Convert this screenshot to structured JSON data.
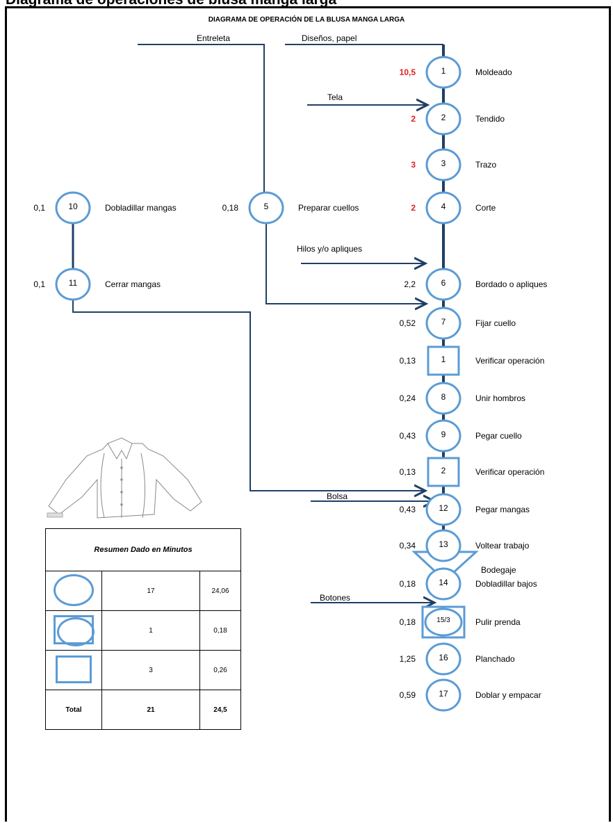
{
  "page_heading": "Diagrama de operaciones de blusa manga larga",
  "title": "DIAGRAMA DE OPERACIÓN DE LA BLUSA MANGA LARGA",
  "inputs": {
    "entreleta": "Entreleta",
    "disenos": "Diseños, papel",
    "tela": "Tela",
    "hilos": "Hilos y/o apliques",
    "botones": "Botones",
    "bolsa": "Bolsa"
  },
  "main_nodes": [
    {
      "id": "1",
      "label": "Moldeado",
      "time": "10,5"
    },
    {
      "id": "2",
      "label": "Tendido",
      "time": "2"
    },
    {
      "id": "3",
      "label": "Trazo",
      "time": "3"
    },
    {
      "id": "4",
      "label": "Corte",
      "time": "2"
    },
    {
      "id": "6",
      "label": "Bordado o apliques",
      "time": "2,2"
    },
    {
      "id": "7",
      "label": "Fijar cuello",
      "time": "0,52"
    },
    {
      "id": "1",
      "label": "Verificar operación",
      "time": "0,13"
    },
    {
      "id": "8",
      "label": "Unir hombros",
      "time": "0,24"
    },
    {
      "id": "9",
      "label": "Pegar cuello",
      "time": "0,43"
    },
    {
      "id": "2",
      "label": "Verificar operación",
      "time": "0,13"
    },
    {
      "id": "12",
      "label": "Pegar mangas",
      "time": "0,43"
    },
    {
      "id": "13",
      "label": "Voltear trabajo",
      "time": "0,34"
    },
    {
      "id": "14",
      "label": "Dobladillar bajos",
      "time": "0,18"
    },
    {
      "id": "15/3",
      "label": "Pulir prenda",
      "time": "0,18"
    },
    {
      "id": "16",
      "label": "Planchado",
      "time": "1,25"
    },
    {
      "id": "17",
      "label": "Doblar y empacar",
      "time": "0,59"
    }
  ],
  "side_nodes": [
    {
      "id": "5",
      "label": "Preparar cuellos",
      "time": "0,18"
    },
    {
      "id": "10",
      "label": "Dobladillar mangas",
      "time": "0,1"
    },
    {
      "id": "11",
      "label": "Cerrar mangas",
      "time": "0,1"
    }
  ],
  "storage": {
    "label": "Bodegaje"
  },
  "summary": {
    "header": "Resumen Dado en Minutos",
    "rows": [
      {
        "symbol": "operation",
        "count": "17",
        "minutes": "24,06"
      },
      {
        "symbol": "combined",
        "count": "1",
        "minutes": "0,18"
      },
      {
        "symbol": "inspection",
        "count": "3",
        "minutes": "0,26"
      }
    ],
    "total": {
      "label": "Total",
      "count": "21",
      "minutes": "24,5"
    }
  },
  "colors": {
    "node_stroke": "#5b9bd5",
    "line": "#1f3f66",
    "time_highlight": "#e02020"
  }
}
